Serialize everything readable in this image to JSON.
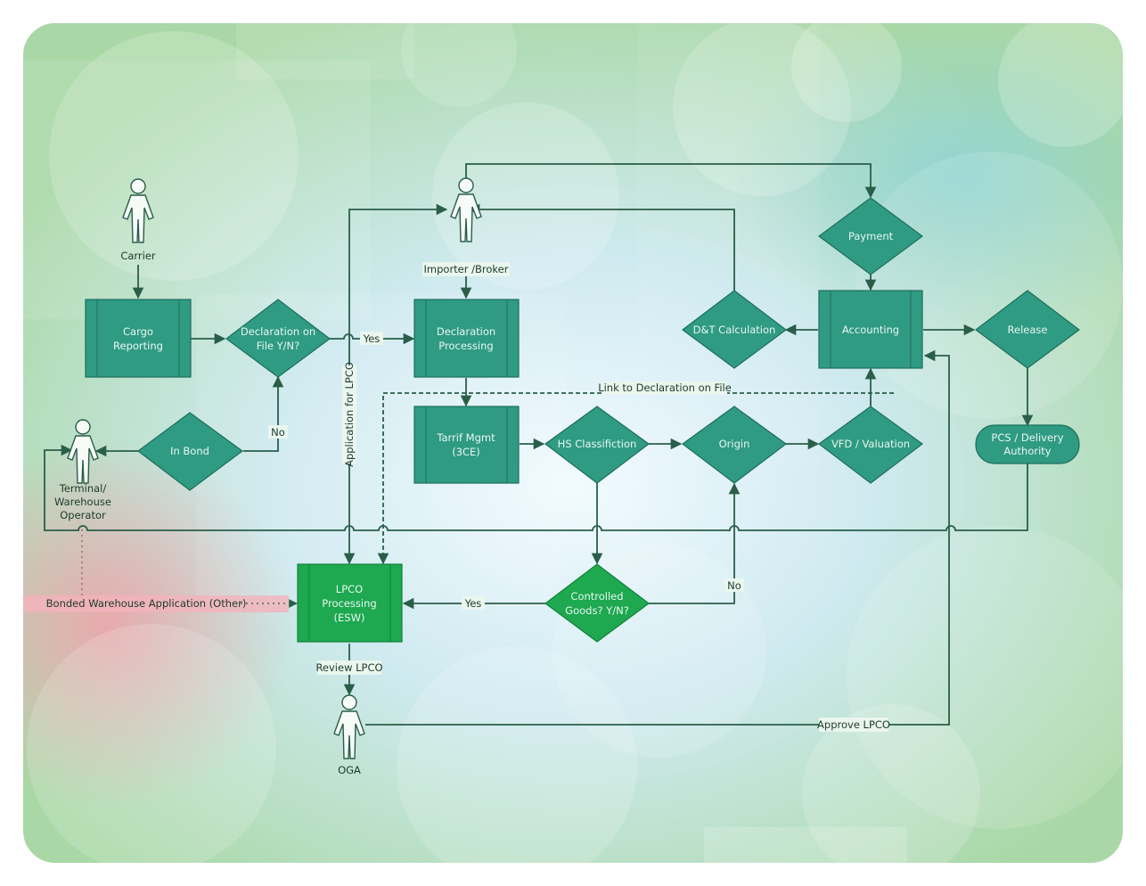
{
  "nodes": {
    "carrier": "Carrier",
    "importer": "Importer /Broker",
    "terminal": [
      "Terminal/",
      "Warehouse",
      "Operator"
    ],
    "oga": "OGA",
    "cargo_reporting": [
      "Cargo",
      "Reporting"
    ],
    "declaration_on_file": [
      "Declaration on",
      "File Y/N?"
    ],
    "declaration_processing": [
      "Declaration",
      "Processing"
    ],
    "tariff_mgmt": [
      "Tarrif Mgmt",
      "(3CE)"
    ],
    "hs_classification": "HS Classifiction",
    "origin": "Origin",
    "vfd_valuation": "VFD / Valuation",
    "dt_calculation": "D&T Calculation",
    "payment": "Payment",
    "accounting": "Accounting",
    "release": "Release",
    "pcs_delivery": [
      "PCS /  Delivery",
      "Authority"
    ],
    "in_bond": "In Bond",
    "lpco_processing": [
      "LPCO",
      "Processing",
      "(ESW)"
    ],
    "controlled_goods": [
      "Controlled",
      "Goods? Y/N?"
    ]
  },
  "edge_labels": {
    "yes_declaration": "Yes",
    "no_in_bond": "No",
    "application_lpco": "Application for LPCO",
    "link_declaration": "Link to Declaration on File",
    "yes_controlled": "Yes",
    "no_controlled": "No",
    "review_lpco": "Review LPCO",
    "approve_lpco": "Approve LPCO",
    "bonded_warehouse": "Bonded Warehouse Application (Other)"
  },
  "colors": {
    "process": "#2f9b82",
    "process_dark": "#1f6e5c",
    "lpco": "#1ea850",
    "connector": "#2a5e49"
  }
}
